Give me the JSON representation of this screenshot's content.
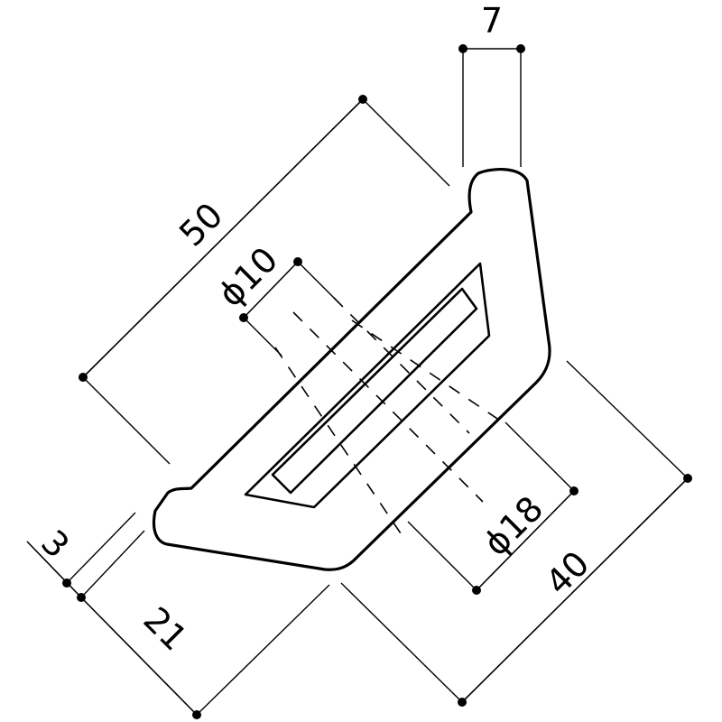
{
  "drawing": {
    "dimensions": {
      "width_top": "7",
      "length": "50",
      "hole_small": "ϕ10",
      "hole_large": "ϕ18",
      "depth": "40",
      "base": "21",
      "thickness": "3"
    },
    "colors": {
      "line": "#000000",
      "background": "#ffffff"
    }
  }
}
